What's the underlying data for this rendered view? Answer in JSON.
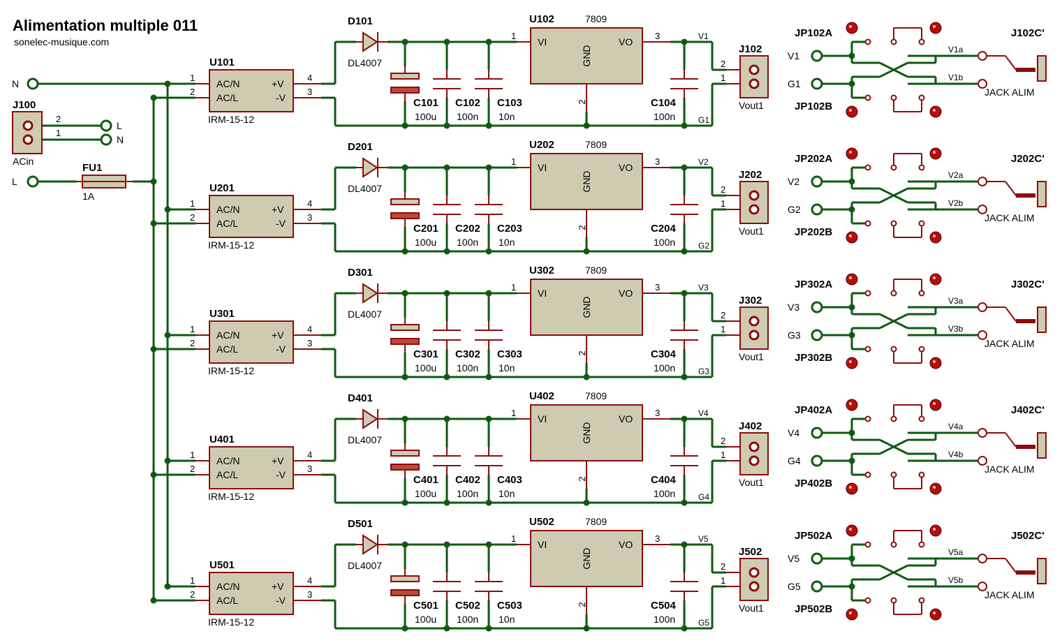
{
  "title": "Alimentation multiple 011",
  "subtitle": "sonelec-musique.com",
  "colors": {
    "wire": "#0e5a10",
    "component": "#8b0d0d",
    "body": "#cfcbb0",
    "background": "#ffffff"
  },
  "input": {
    "terminal_n": "N",
    "terminal_l": "L",
    "connector_ref": "J100",
    "connector_value": "ACin",
    "connector_pin2": "2",
    "connector_pin1": "1",
    "connector_net2": "L",
    "connector_net1": "N",
    "fuse_ref": "FU1",
    "fuse_value": "1A"
  },
  "common": {
    "module_value": "IRM-15-12",
    "module_pin_acn": "AC/N",
    "module_pin_acl": "AC/L",
    "module_pin_vp": "+V",
    "module_pin_vm": "-V",
    "diode_value": "DL4007",
    "regulator_value": "7809",
    "regulator_vi": "VI",
    "regulator_vo": "VO",
    "regulator_gnd": "GND",
    "cap1_value": "100u",
    "cap2_value": "100n",
    "cap3_value": "10n",
    "cap4_value": "100n",
    "output_value": "Vout1",
    "jack_value": "JACK ALIM",
    "pin_labels": [
      "1",
      "2",
      "3",
      "4"
    ]
  },
  "channels": [
    {
      "module": "U101",
      "diode": "D101",
      "regulator": "U102",
      "c1": "C101",
      "c2": "C102",
      "c3": "C103",
      "c4": "C104",
      "out_conn": "J102",
      "vnet": "V1",
      "gnet": "G1",
      "port_v": "V1",
      "port_g": "G1",
      "jp_a": "JP102A",
      "jp_b": "JP102B",
      "net_a": "V1a",
      "net_b": "V1b",
      "jack": "J102C'"
    },
    {
      "module": "U201",
      "diode": "D201",
      "regulator": "U202",
      "c1": "C201",
      "c2": "C202",
      "c3": "C203",
      "c4": "C204",
      "out_conn": "J202",
      "vnet": "V2",
      "gnet": "G2",
      "port_v": "V2",
      "port_g": "G2",
      "jp_a": "JP202A",
      "jp_b": "JP202B",
      "net_a": "V2a",
      "net_b": "V2b",
      "jack": "J202C'"
    },
    {
      "module": "U301",
      "diode": "D301",
      "regulator": "U302",
      "c1": "C301",
      "c2": "C302",
      "c3": "C303",
      "c4": "C304",
      "out_conn": "J302",
      "vnet": "V3",
      "gnet": "G3",
      "port_v": "V3",
      "port_g": "G3",
      "jp_a": "JP302A",
      "jp_b": "JP302B",
      "net_a": "V3a",
      "net_b": "V3b",
      "jack": "J302C'"
    },
    {
      "module": "U401",
      "diode": "D401",
      "regulator": "U402",
      "c1": "C401",
      "c2": "C402",
      "c3": "C403",
      "c4": "C404",
      "out_conn": "J402",
      "vnet": "V4",
      "gnet": "G4",
      "port_v": "V4",
      "port_g": "G4",
      "jp_a": "JP402A",
      "jp_b": "JP402B",
      "net_a": "V4a",
      "net_b": "V4b",
      "jack": "J402C'"
    },
    {
      "module": "U501",
      "diode": "D501",
      "regulator": "U502",
      "c1": "C501",
      "c2": "C502",
      "c3": "C503",
      "c4": "C504",
      "out_conn": "J502",
      "vnet": "V5",
      "gnet": "G5",
      "port_v": "V5",
      "port_g": "G5",
      "jp_a": "JP502A",
      "jp_b": "JP502B",
      "net_a": "V5a",
      "net_b": "V5b",
      "jack": "J502C'"
    }
  ]
}
